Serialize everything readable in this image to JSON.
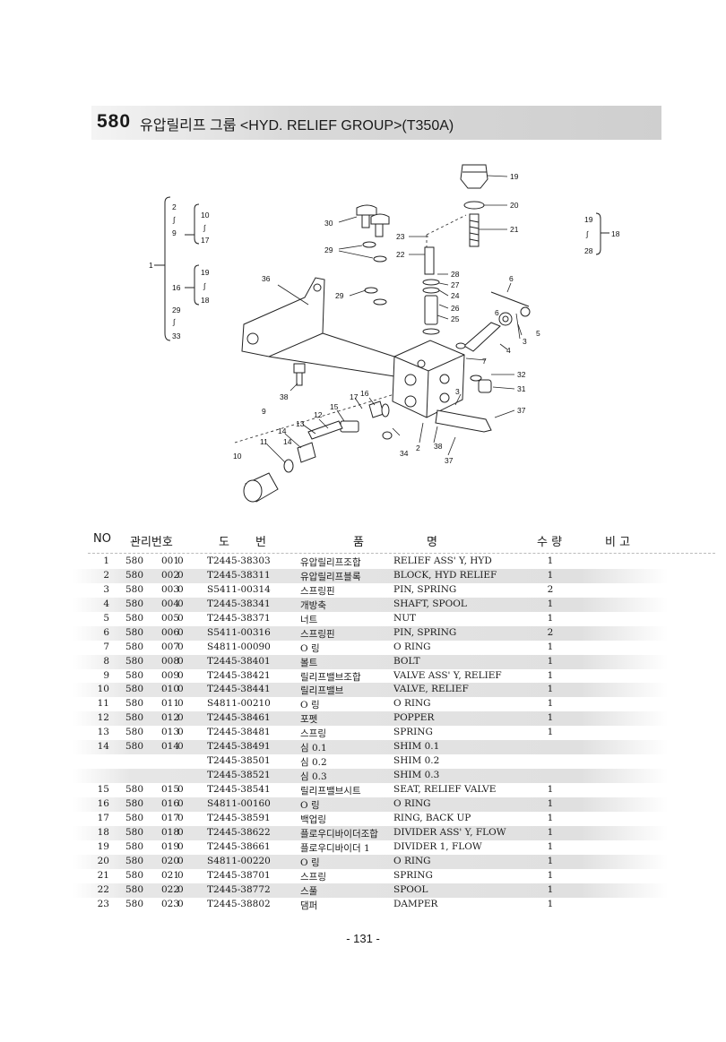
{
  "header": {
    "number": "580",
    "title": "유압릴리프 그룹 <HYD. RELIEF GROUP>(T350A)"
  },
  "diagram": {
    "callouts": [
      "1",
      "2",
      "3",
      "4",
      "5",
      "6",
      "7",
      "9",
      "10",
      "11",
      "12",
      "13",
      "14",
      "15",
      "16",
      "17",
      "18",
      "19",
      "20",
      "21",
      "22",
      "23",
      "24",
      "25",
      "26",
      "27",
      "28",
      "29",
      "30",
      "31",
      "32",
      "33",
      "34",
      "36",
      "37",
      "38"
    ],
    "range_marks": [
      "∫"
    ],
    "left_bracket_labels": [
      "2",
      "9",
      "10",
      "17",
      "16",
      "19",
      "18",
      "29",
      "33"
    ],
    "right_bracket_labels": [
      "19",
      "28",
      "18"
    ]
  },
  "table": {
    "headers": {
      "no": "NO",
      "mgmt": "관리번호",
      "drawing_a": "도",
      "drawing_b": "번",
      "name_a": "품",
      "name_b": "명",
      "qty": "수 량",
      "remark": "비 고"
    },
    "rows": [
      {
        "no": "1",
        "group": "580",
        "seq": "001",
        "rev": "0",
        "part": "T2445-38303",
        "kr": "유압릴리프조합",
        "en": "RELIEF ASS' Y, HYD",
        "qty": "1"
      },
      {
        "no": "2",
        "group": "580",
        "seq": "002",
        "rev": "0",
        "part": "T2445-38311",
        "kr": "유압릴리프블록",
        "en": "BLOCK, HYD RELIEF",
        "qty": "1"
      },
      {
        "no": "3",
        "group": "580",
        "seq": "003",
        "rev": "0",
        "part": "S5411-00314",
        "kr": "스프링핀",
        "en": "PIN, SPRING",
        "qty": "2"
      },
      {
        "no": "4",
        "group": "580",
        "seq": "004",
        "rev": "0",
        "part": "T2445-38341",
        "kr": "개방축",
        "en": "SHAFT, SPOOL",
        "qty": "1"
      },
      {
        "no": "5",
        "group": "580",
        "seq": "005",
        "rev": "0",
        "part": "T2445-38371",
        "kr": "너트",
        "en": "NUT",
        "qty": "1"
      },
      {
        "no": "6",
        "group": "580",
        "seq": "006",
        "rev": "0",
        "part": "S5411-00316",
        "kr": "스프링핀",
        "en": "PIN, SPRING",
        "qty": "2"
      },
      {
        "no": "7",
        "group": "580",
        "seq": "007",
        "rev": "0",
        "part": "S4811-00090",
        "kr": "O 링",
        "en": "O RING",
        "qty": "1"
      },
      {
        "no": "8",
        "group": "580",
        "seq": "008",
        "rev": "0",
        "part": "T2445-38401",
        "kr": "볼트",
        "en": "BOLT",
        "qty": "1"
      },
      {
        "no": "9",
        "group": "580",
        "seq": "009",
        "rev": "0",
        "part": "T2445-38421",
        "kr": "릴리프밸브조합",
        "en": "VALVE ASS' Y, RELIEF",
        "qty": "1"
      },
      {
        "no": "10",
        "group": "580",
        "seq": "010",
        "rev": "0",
        "part": "T2445-38441",
        "kr": "릴리프밸브",
        "en": "VALVE, RELIEF",
        "qty": "1"
      },
      {
        "no": "11",
        "group": "580",
        "seq": "011",
        "rev": "0",
        "part": "S4811-00210",
        "kr": "O 링",
        "en": "O RING",
        "qty": "1"
      },
      {
        "no": "12",
        "group": "580",
        "seq": "012",
        "rev": "0",
        "part": "T2445-38461",
        "kr": "포펫",
        "en": "POPPER",
        "qty": "1"
      },
      {
        "no": "13",
        "group": "580",
        "seq": "013",
        "rev": "0",
        "part": "T2445-38481",
        "kr": "스프링",
        "en": "SPRING",
        "qty": "1"
      },
      {
        "no": "14",
        "group": "580",
        "seq": "014",
        "rev": "0",
        "part": "T2445-38491",
        "kr": "심 0.1",
        "en": "SHIM 0.1",
        "qty": ""
      },
      {
        "no": "",
        "group": "",
        "seq": "",
        "rev": "",
        "part": "T2445-38501",
        "kr": "심 0.2",
        "en": "SHIM 0.2",
        "qty": ""
      },
      {
        "no": "",
        "group": "",
        "seq": "",
        "rev": "",
        "part": "T2445-38521",
        "kr": "심 0.3",
        "en": "SHIM 0.3",
        "qty": ""
      },
      {
        "no": "15",
        "group": "580",
        "seq": "015",
        "rev": "0",
        "part": "T2445-38541",
        "kr": "릴리프밸브시트",
        "en": "SEAT, RELIEF VALVE",
        "qty": "1"
      },
      {
        "no": "16",
        "group": "580",
        "seq": "016",
        "rev": "0",
        "part": "S4811-00160",
        "kr": "O 링",
        "en": "O RING",
        "qty": "1"
      },
      {
        "no": "17",
        "group": "580",
        "seq": "017",
        "rev": "0",
        "part": "T2445-38591",
        "kr": "백업링",
        "en": "RING, BACK UP",
        "qty": "1"
      },
      {
        "no": "18",
        "group": "580",
        "seq": "018",
        "rev": "0",
        "part": "T2445-38622",
        "kr": "플로우디바이더조합",
        "en": "DIVIDER ASS' Y, FLOW",
        "qty": "1"
      },
      {
        "no": "19",
        "group": "580",
        "seq": "019",
        "rev": "0",
        "part": "T2445-38661",
        "kr": "플로우디바이더 1",
        "en": "DIVIDER 1, FLOW",
        "qty": "1"
      },
      {
        "no": "20",
        "group": "580",
        "seq": "020",
        "rev": "0",
        "part": "S4811-00220",
        "kr": "O 링",
        "en": "O RING",
        "qty": "1"
      },
      {
        "no": "21",
        "group": "580",
        "seq": "021",
        "rev": "0",
        "part": "T2445-38701",
        "kr": "스프링",
        "en": "SPRING",
        "qty": "1"
      },
      {
        "no": "22",
        "group": "580",
        "seq": "022",
        "rev": "0",
        "part": "T2445-38772",
        "kr": "스풀",
        "en": "SPOOL",
        "qty": "1"
      },
      {
        "no": "23",
        "group": "580",
        "seq": "023",
        "rev": "0",
        "part": "T2445-38802",
        "kr": "댐퍼",
        "en": "DAMPER",
        "qty": "1"
      }
    ]
  },
  "footer": {
    "page": "- 131 -"
  }
}
